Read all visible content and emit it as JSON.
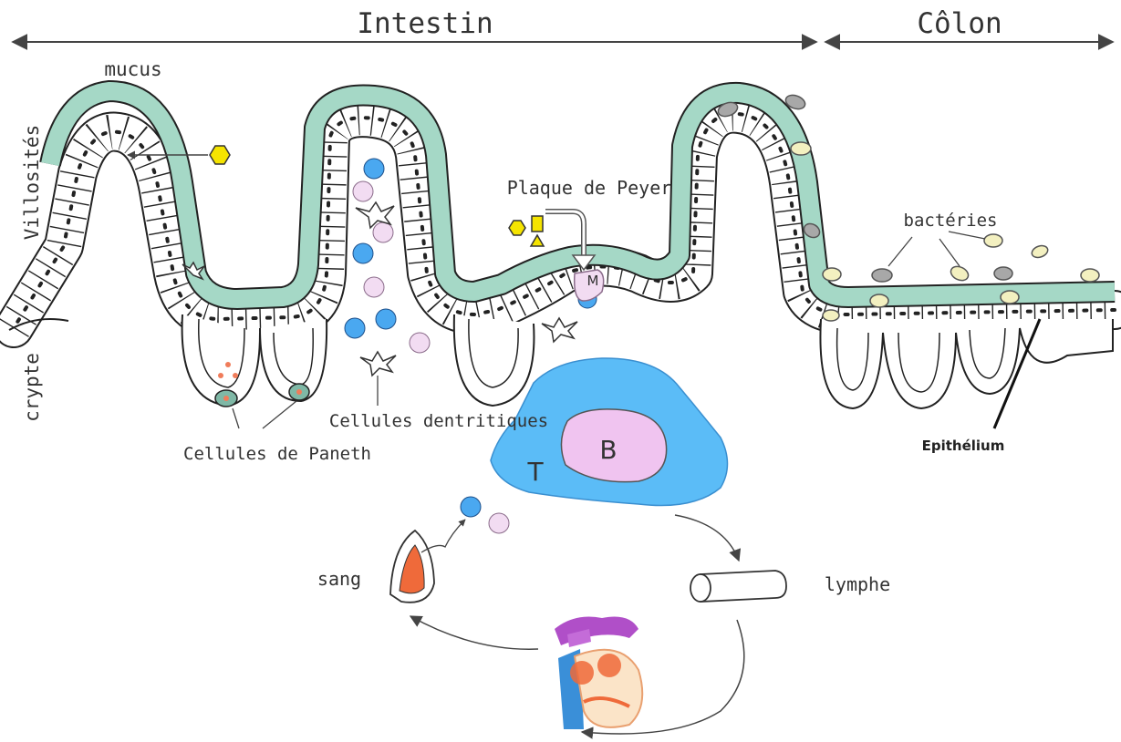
{
  "regions": {
    "intestin": "Intestin",
    "colon": "Côlon"
  },
  "labels": {
    "mucus": "mucus",
    "villosites": "Villosités",
    "crypte": "crypte",
    "plaque_peyer": "Plaque de Peyer",
    "bacteries": "bactéries",
    "cellules_dendritiques": "Cellules dentritiques",
    "cellules_paneth": "Cellules de Paneth",
    "epithelium": "Epithélium",
    "cell_m": "M",
    "zone_t": "T",
    "zone_b": "B",
    "sang": "sang",
    "lymphe": "lymphe"
  },
  "colors": {
    "mucus": "#a5d8c6",
    "epithelium_outline": "#222222",
    "lymphocyte_t": "#4aa8f0",
    "lymphocyte_b": "#f2c6f2",
    "zone_t": "#5bbcf7",
    "zone_b": "#f0c4f0",
    "antigen": "#f5e400",
    "bacteria_yellow": "#f3f0c0",
    "bacteria_gray": "#a8a8a8",
    "blood": "#ef6a3a",
    "heart_purple": "#b04fc8"
  },
  "icons": [
    "antigen-hexagon-icon",
    "antigen-square-icon",
    "antigen-triangle-icon",
    "dendritic-cell-icon",
    "heart-icon",
    "blood-vessel-icon",
    "lymph-vessel-icon"
  ]
}
